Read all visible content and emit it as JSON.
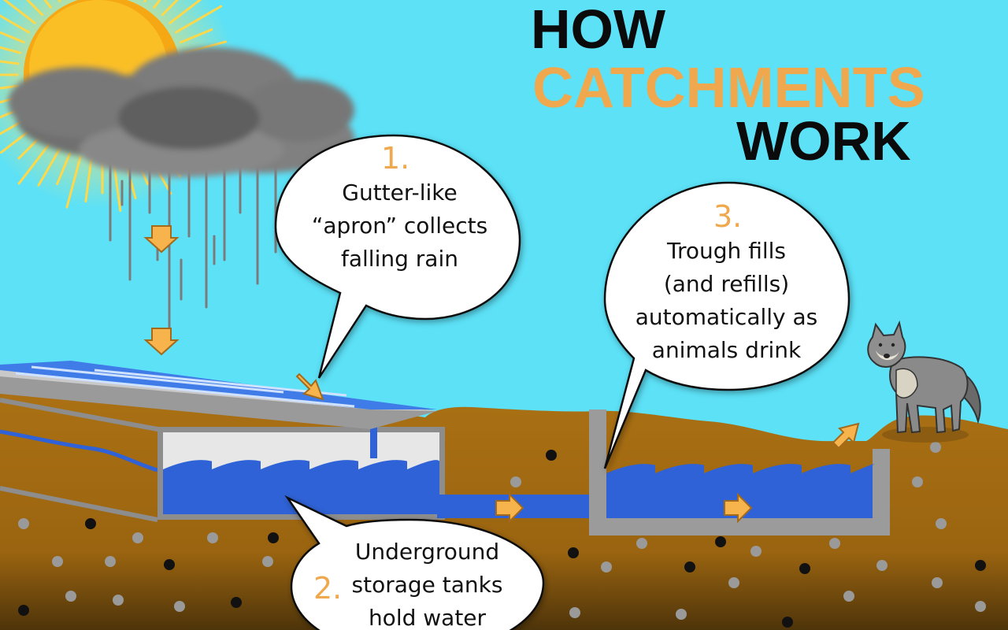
{
  "title": {
    "line1": "HOW",
    "line2": "CATCHMENTS",
    "line3": "WORK"
  },
  "steps": [
    {
      "number": "1.",
      "lines": [
        "Gutter-like",
        "“apron” collects",
        "falling rain"
      ]
    },
    {
      "number": "2.",
      "lines": [
        "Underground",
        "storage tanks",
        "hold water"
      ]
    },
    {
      "number": "3.",
      "lines": [
        "Trough fills",
        "(and refills)",
        "automatically as",
        "animals drink"
      ]
    }
  ],
  "colors": {
    "sky": "#5ce1f7",
    "title_accent": "#f0a84e",
    "soil": "#a86e13",
    "water": "#2f62d6",
    "solar_panel": "#3f7ce8",
    "arrow": "#f7b34c",
    "tank_frame": "#8d8d8d"
  },
  "icons": [
    "sun-icon",
    "rain-cloud-icon",
    "flow-arrow-icon",
    "wolf-icon"
  ]
}
